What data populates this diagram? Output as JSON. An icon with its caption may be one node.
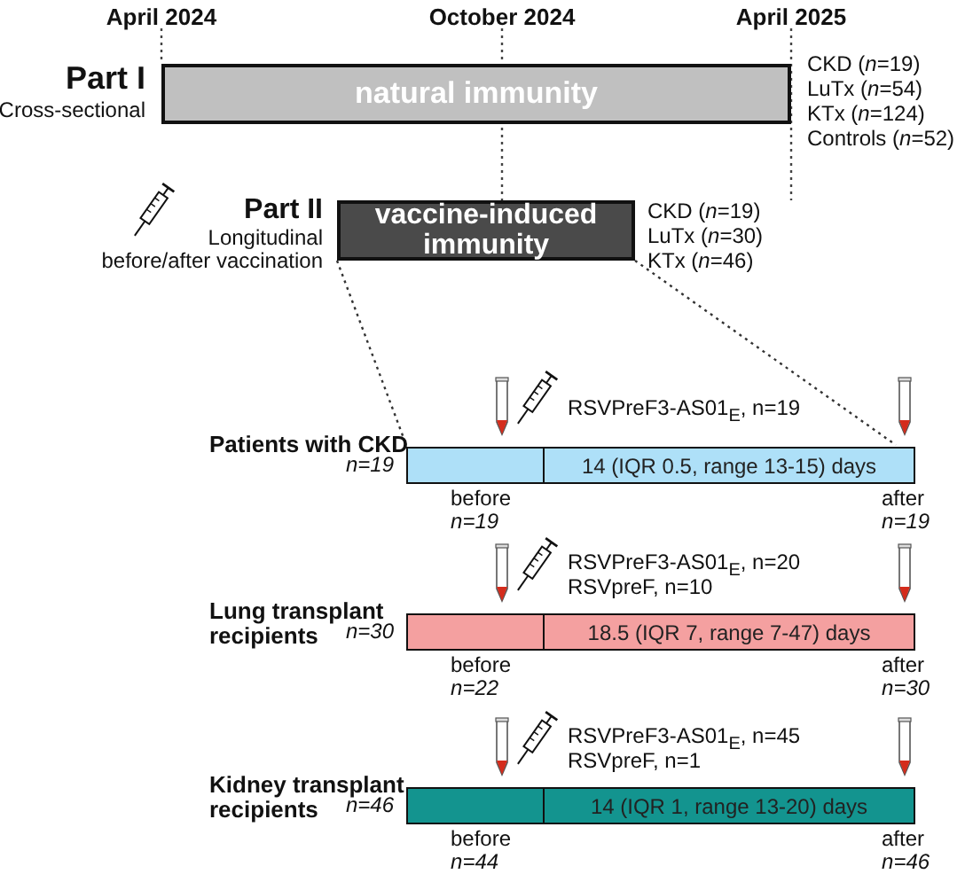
{
  "diagram": {
    "nodes": [
      {
        "text": [
          "natural immunity"
        ],
        "beside": [
          "Part I",
          "Cross-sectional",
          "CKD (*n*=19)",
          "LuTx (*n*=54)",
          "KTx (*n*=124)",
          "Controls (*n*=52)"
        ]
      },
      {
        "text": [
          "vaccine-induced immunity"
        ],
        "beside": [
          "Part II",
          "Longitudinal before/after vaccination",
          "CKD (*n*=19)",
          "LuTx (*n*=30)",
          "KTx (*n*=46)"
        ]
      },
      {
        "text": [
          "14 (IQR 0.5, range 13-15) days"
        ],
        "beside": [
          "Patients with CKD",
          "*n*=19",
          "RSVPreF3-AS01$_{E}$, n=19",
          "before",
          "*n*=19",
          "after",
          "*n*=19"
        ]
      },
      {
        "text": [
          "18.5 (IQR 7, range 7-47) days"
        ],
        "beside": [
          "Lung transplant recipients",
          "*n*=30",
          "RSVPreF3-AS01$_{E}$, n=20",
          "RSVpreF, n=10",
          "before",
          "*n*=22",
          "after",
          "*n*=30"
        ]
      },
      {
        "text": [
          "14 (IQR 1, range 13-20) days"
        ],
        "beside": [
          "Kidney transplant recipients",
          "*n*=46",
          "RSVPreF3-AS01$_{E}$, n=45",
          "RSVpreF, n=1",
          "before",
          "*n*=44",
          "after",
          "*n*=46"
        ]
      }
    ],
    "edges": [
      {
        "from": 1,
        "to": 2,
        "arrow": "none",
        "style": "dashed"
      },
      {
        "from": 1,
        "to": 2,
        "arrow": "none",
        "style": "dashed"
      }
    ],
    "labels": [
      "April 2024",
      "October 2024",
      "April 2025"
    ]
  }
}
